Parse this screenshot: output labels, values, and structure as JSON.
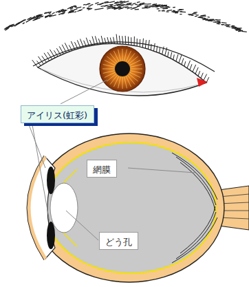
{
  "diagram": {
    "nodes": [
      {
        "text": [
          "アイリス(虹彩)"
        ]
      },
      {
        "text": [
          "網膜"
        ]
      },
      {
        "text": [
          "どう孔"
        ]
      }
    ]
  }
}
